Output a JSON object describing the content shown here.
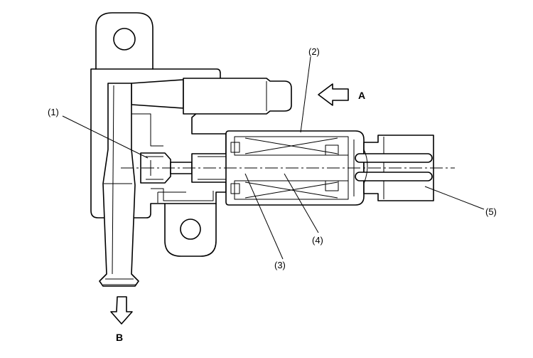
{
  "callouts": {
    "c1": "(1)",
    "c2": "(2)",
    "c3": "(3)",
    "c4": "(4)",
    "c5": "(5)"
  },
  "flow": {
    "inlet": "A",
    "outlet": "B"
  }
}
